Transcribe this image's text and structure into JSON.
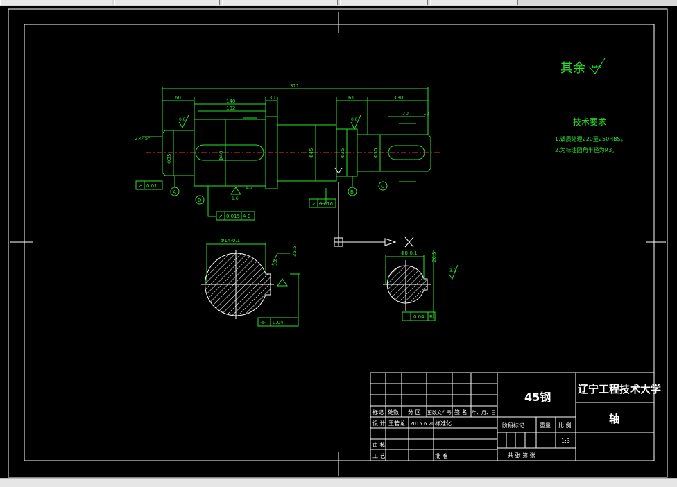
{
  "drawing": {
    "surface_finish": {
      "label": "其余",
      "value": "12.5"
    },
    "tech_req": {
      "title": "技术要求",
      "items": [
        "1.调质处理220至250HBS。",
        "2.为标注圆角半径为R3。"
      ]
    },
    "dims": {
      "total": "311",
      "d1": "60",
      "d2": "140",
      "d3": "30",
      "d4": "132",
      "d5": "61",
      "d6": "130",
      "d7": "70",
      "d8": "10",
      "chamfer": "2×45°",
      "dia1": "Φ35",
      "dia2": "Φ40",
      "dia3": "Φ45",
      "dia4": "Φ35",
      "dia5": "Φ30",
      "key1": "Φ14-0.1",
      "key1b": "35.5",
      "key2": "Φ8-0.1",
      "key2b": "26.5"
    },
    "roughness": {
      "r1": "0.8",
      "r2": "1.6",
      "r3": "0.8",
      "r4": "1.6",
      "r5": "3.2",
      "r6": "3.2"
    },
    "tolerance": {
      "t1": "0.01",
      "t2": "0.015",
      "t2ref": "A-B",
      "t3": "0.016",
      "t4": "0.04",
      "t5": "0.04",
      "t5ref": "B"
    },
    "datums": {
      "a": "A",
      "b": "B",
      "c": "C",
      "d": "D"
    },
    "ucs": {
      "x": "X",
      "y": "Y"
    }
  },
  "title_block": {
    "material": "45钢",
    "school": "辽宁工程技术大学",
    "part_name": "轴",
    "headers": [
      "标记",
      "处数",
      "分 区",
      "更改文件号",
      "签 名",
      "年、月、日"
    ],
    "design_label": "设 计",
    "designer": "王若龙",
    "date": "2015.6.20",
    "std_label": "标准化",
    "review_label": "审 核",
    "process_label": "工 艺",
    "approve_label": "批 准",
    "stage_label": "阶段标记",
    "weight_label": "重量",
    "scale_label": "比 例",
    "scale_value": "1:3",
    "sheet_label": "共    张    第    张"
  },
  "colors": {
    "drawing": "#29e329",
    "frame": "#ffffff",
    "centerline": "#ff3030",
    "background": "#000000"
  }
}
